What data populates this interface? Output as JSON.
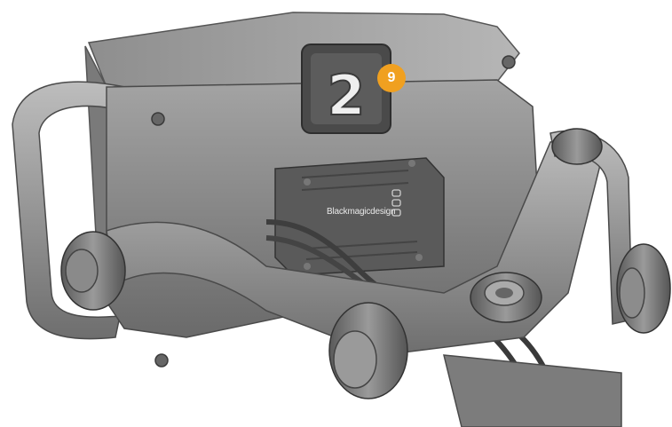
{
  "tally_number": "2",
  "brand_text": "Blackmagicdesign",
  "callout_label": "9",
  "colors": {
    "callout": "#f0a020",
    "body": "#8a8a8a",
    "dark": "#3a3a3a",
    "background": "#ffffff"
  }
}
